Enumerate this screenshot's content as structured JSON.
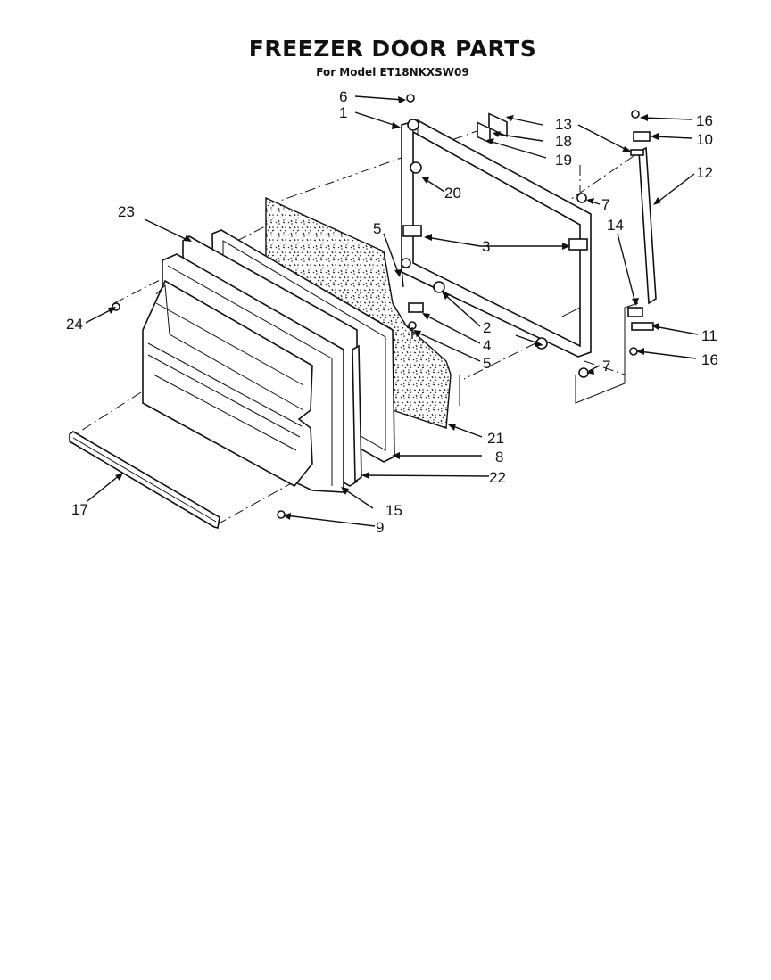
{
  "title": "FREEZER DOOR PARTS",
  "subtitle": "For Model ET18NKXSW09",
  "callouts": {
    "c1": "1",
    "c2": "2",
    "c3": "3",
    "c4": "4",
    "c5a": "5",
    "c5b": "5",
    "c6": "6",
    "c7a": "7",
    "c7b": "7",
    "c8": "8",
    "c9": "9",
    "c10": "10",
    "c11": "11",
    "c12": "12",
    "c13": "13",
    "c14": "14",
    "c15": "15",
    "c16a": "16",
    "c16b": "16",
    "c17": "17",
    "c18": "18",
    "c19": "19",
    "c20": "20",
    "c21": "21",
    "c22": "22",
    "c23": "23",
    "c24": "24"
  }
}
